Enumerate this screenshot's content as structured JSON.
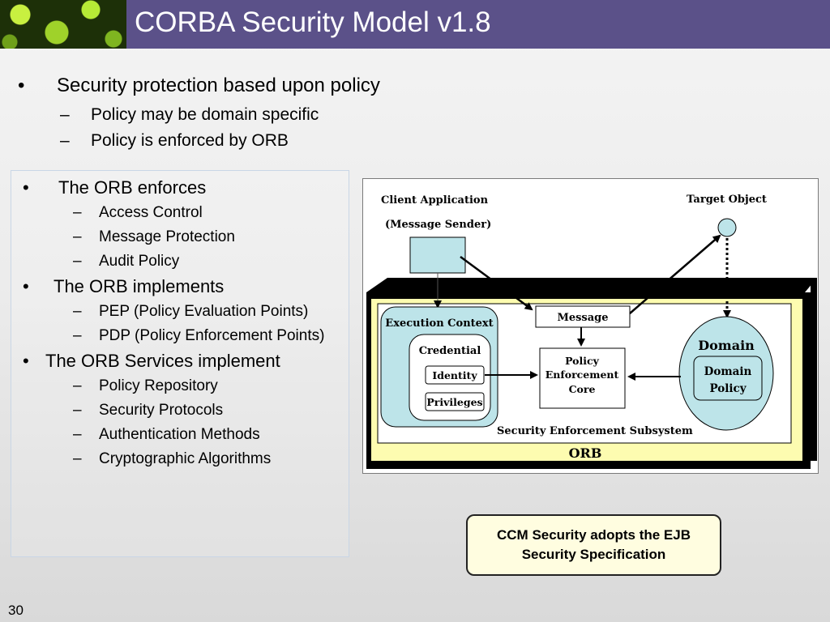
{
  "slide": {
    "title": "CORBA Security Model v1.8",
    "page_number": "30"
  },
  "top_bullets": {
    "main": "Security protection based upon policy",
    "sub": [
      "Policy may be domain specific",
      "Policy is enforced by ORB"
    ]
  },
  "left_list": [
    {
      "text": "The ORB enforces",
      "children": [
        "Access Control",
        "Message Protection",
        "Audit Policy"
      ]
    },
    {
      "text": "The ORB implements",
      "children": [
        "PEP (Policy Evaluation Points)",
        "PDP (Policy Enforcement Points)"
      ]
    },
    {
      "text": "The ORB Services implement",
      "children": [
        "Policy Repository",
        "Security Protocols",
        "Authentication Methods",
        "Cryptographic Algorithms"
      ]
    }
  ],
  "diagram": {
    "client_application": "Client Application",
    "message_sender": "(Message Sender)",
    "target_object": "Target Object",
    "execution_context": "Execution Context",
    "credential": "Credential",
    "identity": "Identity",
    "privileges": "Privileges",
    "message": "Message",
    "policy_core": [
      "Policy",
      "Enforcement",
      "Core"
    ],
    "domain": "Domain",
    "domain_policy": [
      "Domain",
      "Policy"
    ],
    "subsystem": "Security Enforcement Subsystem",
    "orb": "ORB"
  },
  "callout": {
    "line1": "CCM Security adopts the EJB",
    "line2": "Security Specification"
  },
  "colors": {
    "header": "#5b5189",
    "orb_yellow": "#fdfcb0",
    "context_fill": "#bde4e9",
    "callout_fill": "#fffde0"
  }
}
